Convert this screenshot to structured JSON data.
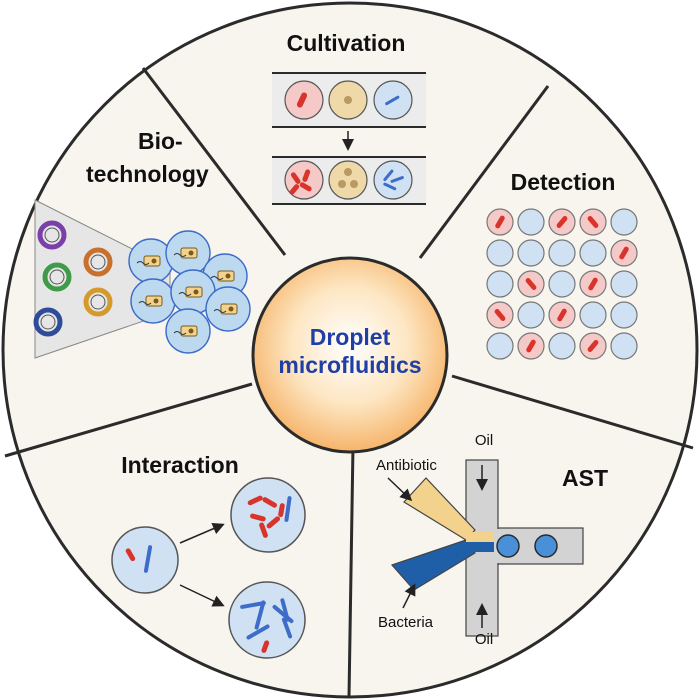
{
  "center": {
    "line1": "Droplet",
    "line2": "microfluidics"
  },
  "sections": {
    "cultivation": "Cultivation",
    "detection": "Detection",
    "biotech_line1": "Bio-",
    "biotech_line2": "technology",
    "interaction": "Interaction",
    "ast": "AST"
  },
  "ast_labels": {
    "oil_top": "Oil",
    "oil_bottom": "Oil",
    "antibiotic": "Antibiotic",
    "bacteria": "Bacteria"
  },
  "colors": {
    "background": "#f7f5ee",
    "outline": "#2b2b2b",
    "droplet_red": "#f6c9c9",
    "droplet_blue": "#cfe1f3",
    "droplet_tan": "#f0d9a8",
    "bacterium_red": "#d9342b",
    "bacterium_blue": "#3d6cc9",
    "antibiotic_channel": "#f3d28d",
    "bacteria_channel": "#1f5fa8",
    "oil_channel": "#d3d3d3",
    "center_text": "#1f3fa6"
  },
  "detection_grid": [
    [
      "red",
      "blue",
      "red",
      "red",
      "blue"
    ],
    [
      "blue",
      "blue",
      "blue",
      "blue",
      "red"
    ],
    [
      "blue",
      "red",
      "blue",
      "red",
      "blue"
    ],
    [
      "red",
      "blue",
      "red",
      "blue",
      "blue"
    ],
    [
      "blue",
      "red",
      "blue",
      "red",
      "blue"
    ]
  ]
}
